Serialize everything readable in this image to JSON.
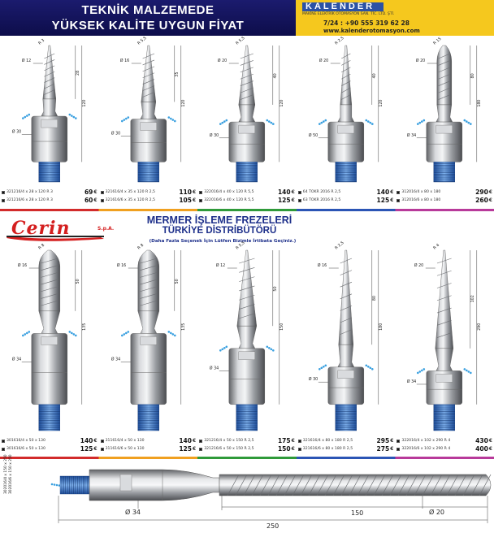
{
  "header": {
    "title_line1": "TEKNİK MALZEMEDE",
    "title_line2": "YÜKSEK KALİTE UYGUN FİYAT",
    "brand": "KALENDER",
    "brand_sub": "MAKİNE ELEKTRİK OTOMASYON SAN. TİC. LTD. ŞTİ.",
    "phone": "7/24 : +90 555 319 62 28",
    "website": "www.kalenderotomasyon.com"
  },
  "colors": {
    "header_blue": "#13135c",
    "header_yellow": "#f5c81e",
    "cerin_red": "#d41f1f",
    "title_blue": "#1d2f8a",
    "water": "#3aa0e0",
    "divider": [
      "#d22b2b",
      "#f0a020",
      "#2f9a3a",
      "#2b55b5",
      "#b83a9a"
    ]
  },
  "middle": {
    "brand": "Cerin",
    "brand_suffix": "S.p.A.",
    "title_line1": "MERMER İŞLEME FREZELERİ",
    "title_line2": "TÜRKİYE DİSTRİBÜTÖRÜ",
    "note": "(Daha Fazla Seçenek İçin Lütfen Bizimle İrtibata Geçiniz.)"
  },
  "tools_row1": [
    {
      "dims": {
        "tip": "R 3",
        "diam_top": "Ø 12",
        "diam_bot": "Ø 30",
        "len_a": "28",
        "len_b": "120"
      },
      "rows": [
        {
          "code": "321216/4 x 28 x 120 R 3",
          "price": "69",
          "cur": "€"
        },
        {
          "code": "321216/6 x 28 x 120 R 3",
          "price": "60",
          "cur": "€"
        }
      ]
    },
    {
      "dims": {
        "tip": "R 5,5",
        "diam_top": "Ø 16",
        "diam_bot": "Ø 30",
        "len_a": "35",
        "len_b": "120"
      },
      "rows": [
        {
          "code": "321616/4 x 35 x 120 R 2,5",
          "price": "110",
          "cur": "€"
        },
        {
          "code": "321616/6 x 35 x 120 R 2,5",
          "price": "105",
          "cur": "€"
        }
      ]
    },
    {
      "dims": {
        "tip": "R 5,5",
        "diam_top": "Ø 20",
        "diam_bot": "Ø 30",
        "len_a": "40",
        "len_b": "120"
      },
      "rows": [
        {
          "code": "322016/4 x 40 x 120 R 5,5",
          "price": "140",
          "cur": "€"
        },
        {
          "code": "322016/6 x 40 x 120 R 5,5",
          "price": "125",
          "cur": "€"
        }
      ]
    },
    {
      "dims": {
        "tip": "R 2,5",
        "diam_top": "Ø 20",
        "diam_bot": "Ø 50",
        "len_a": "40",
        "len_b": "120"
      },
      "rows": [
        {
          "code": "64 TOKR 2016 R 2,5",
          "price": "140",
          "cur": "€"
        },
        {
          "code": "63 TOKR 2016 R 2,5",
          "price": "125",
          "cur": "€"
        }
      ]
    },
    {
      "dims": {
        "tip": "R 15",
        "diam_top": "Ø 20",
        "diam_bot": "Ø 34",
        "len_a": "80",
        "len_b": "180"
      },
      "rows": [
        {
          "code": "312016/4 x 80 x 180",
          "price": "290",
          "cur": "€"
        },
        {
          "code": "312016/6 x 80 x 180",
          "price": "260",
          "cur": "€"
        }
      ]
    }
  ],
  "tools_row2": [
    {
      "dims": {
        "tip": "R 8",
        "diam_top": "Ø 16",
        "diam_bot": "Ø 34",
        "len_a": "50",
        "len_b": "135"
      },
      "rows": [
        {
          "code": "301616/4 x 50 x 130",
          "price": "140",
          "cur": "€"
        },
        {
          "code": "301616/6 x 50 x 130",
          "price": "125",
          "cur": "€"
        }
      ]
    },
    {
      "dims": {
        "tip": "R 8",
        "diam_top": "Ø 16",
        "diam_bot": "Ø 34",
        "len_a": "50",
        "len_b": "135"
      },
      "rows": [
        {
          "code": "311616/4 x 50 x 130",
          "price": "140",
          "cur": "€"
        },
        {
          "code": "311616/6 x 50 x 130",
          "price": "125",
          "cur": "€"
        }
      ]
    },
    {
      "dims": {
        "tip": "R 5,5",
        "diam_top": "Ø 12",
        "diam_bot": "Ø 34",
        "len_a": "50",
        "len_b": "150"
      },
      "rows": [
        {
          "code": "321216/4 x 50 x 150 R 2,5",
          "price": "175",
          "cur": "€"
        },
        {
          "code": "321216/6 x 50 x 150 R 2,5",
          "price": "150",
          "cur": "€"
        }
      ]
    },
    {
      "dims": {
        "tip": "R 2,5",
        "diam_top": "Ø 16",
        "diam_bot": "Ø 30",
        "len_a": "80",
        "len_b": "180"
      },
      "rows": [
        {
          "code": "321616/4 x 80 x 180 R 2,5",
          "price": "295",
          "cur": "€"
        },
        {
          "code": "321616/6 x 80 x 180 R 2,5",
          "price": "275",
          "cur": "€"
        }
      ]
    },
    {
      "dims": {
        "tip": "R 4",
        "diam_top": "Ø 20",
        "diam_bot": "Ø 34",
        "len_a": "102",
        "len_b": "290"
      },
      "rows": [
        {
          "code": "322016/4 x 102 x 290 R 4",
          "price": "430",
          "cur": "€"
        },
        {
          "code": "322016/6 x 102 x 290 R 4",
          "price": "400",
          "cur": "€"
        }
      ]
    }
  ],
  "long_tool": {
    "codes": [
      "302016/4 x 150 x 250",
      "302016/6 x 150 x 250"
    ],
    "diam_shank": "Ø 34",
    "diam_cut": "Ø 20",
    "len_cut": "150",
    "len_total": "250"
  }
}
